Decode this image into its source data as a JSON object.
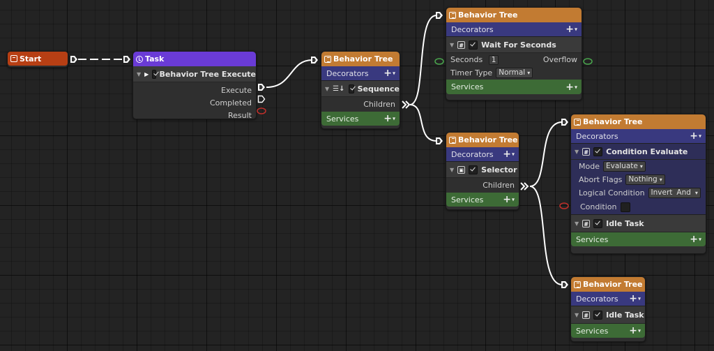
{
  "start": {
    "title": "Start"
  },
  "task_node": {
    "title": "Task",
    "task_label": "Behavior Tree Execute",
    "outputs": [
      "Execute",
      "Completed",
      "Result"
    ]
  },
  "bt1": {
    "title": "Behavior Tree",
    "decorators": "Decorators",
    "task_label": "Sequence",
    "children": "Children",
    "services": "Services"
  },
  "bt2": {
    "title": "Behavior Tree",
    "decorators": "Decorators",
    "task_label": "Wait For Seconds",
    "seconds_label": "Seconds",
    "seconds_value": "1",
    "overflow_label": "Overflow",
    "timer_label": "Timer Type",
    "timer_value": "Normal",
    "services": "Services"
  },
  "bt3": {
    "title": "Behavior Tree",
    "decorators": "Decorators",
    "task_label": "Selector",
    "children": "Children",
    "services": "Services"
  },
  "bt4": {
    "title": "Behavior Tree",
    "decorators": "Decorators",
    "cond_label": "Condition Evaluate",
    "mode_label": "Mode",
    "mode_value": "Evaluate",
    "abort_label": "Abort Flags",
    "abort_value": "Nothing",
    "logic_label": "Logical Condition",
    "logic_invert": "Invert",
    "logic_value": "And",
    "condition_label": "Condition",
    "task_label": "Idle Task",
    "services": "Services"
  },
  "bt5": {
    "title": "Behavior Tree",
    "decorators": "Decorators",
    "task_label": "Idle Task",
    "services": "Services"
  },
  "colors": {
    "header_orange": "#c27b32",
    "header_purple": "#6a3bd6",
    "header_red": "#b73f14",
    "decorators_blue": "#39397f",
    "services_green": "#3d6b36",
    "wire": "#ffffff"
  }
}
